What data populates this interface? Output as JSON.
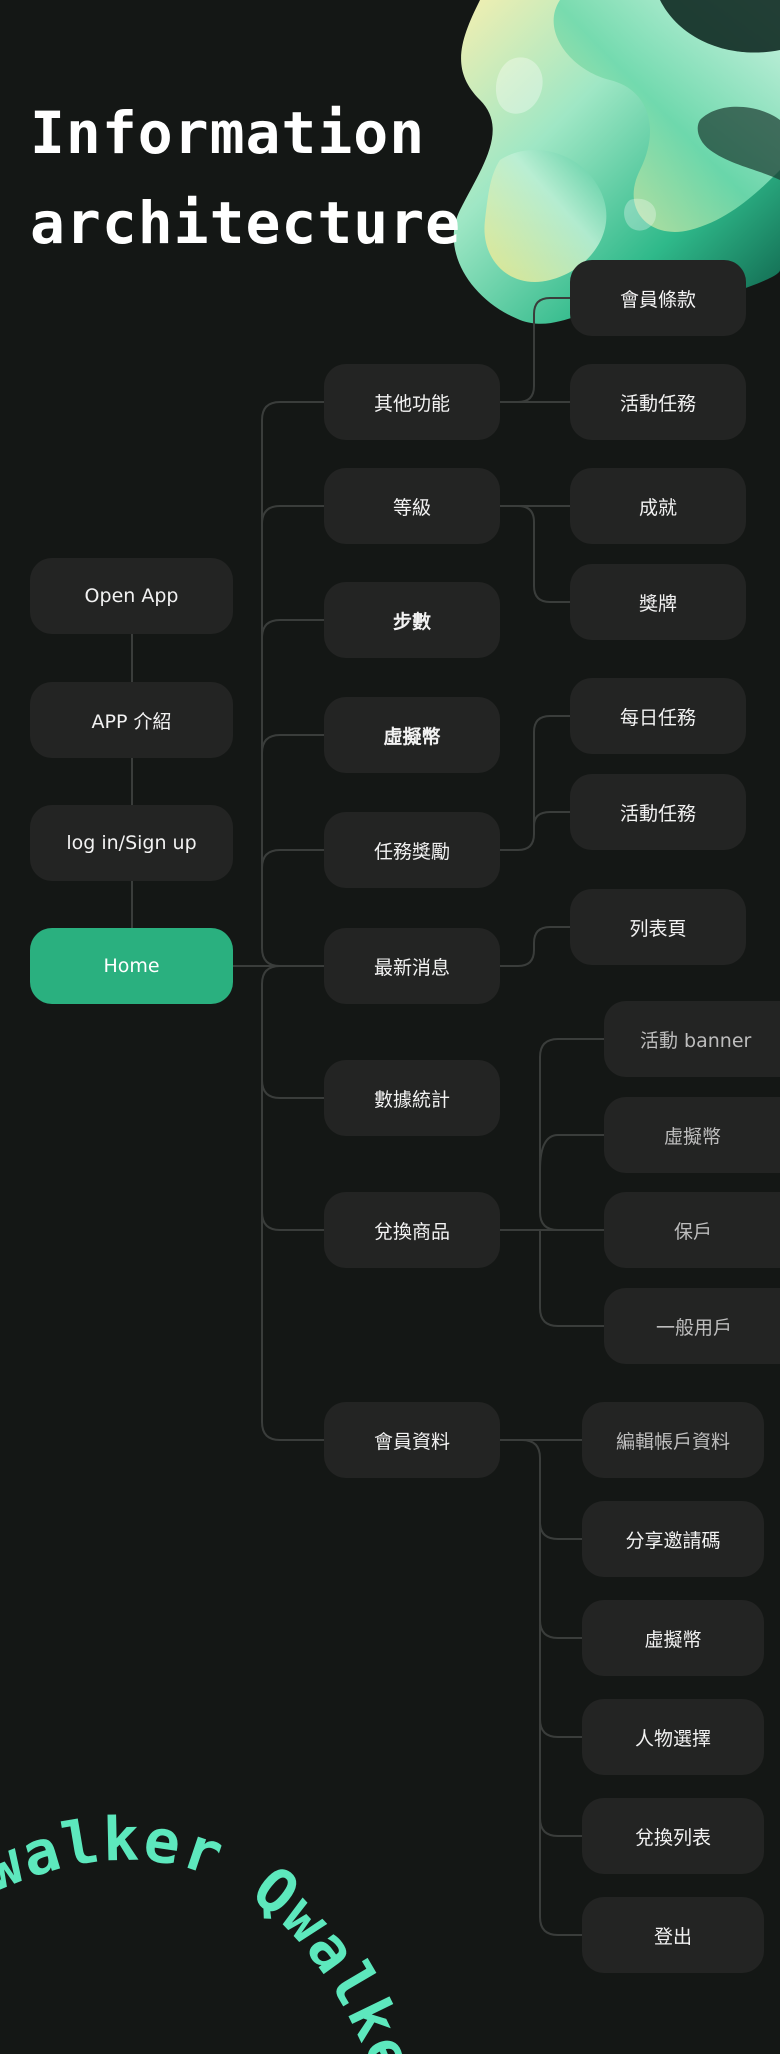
{
  "title": {
    "line1": "Information",
    "line2": "architecture"
  },
  "flow": {
    "open_app": "Open App",
    "app_intro": "APP 介紹",
    "login": "log in/Sign up",
    "home": "Home"
  },
  "modules": {
    "other": "其他功能",
    "level": "等級",
    "steps": "步數",
    "coin": "虛擬幣",
    "task_reward": "任務獎勵",
    "news": "最新消息",
    "stats": "數據統計",
    "exchange": "兌換商品",
    "member": "會員資料"
  },
  "subs": {
    "terms": "會員條款",
    "event_task_a": "活動任務",
    "achievement": "成就",
    "medal": "獎牌",
    "daily_task": "每日任務",
    "event_task_b": "活動任務",
    "list_page": "列表頁",
    "event_banner": "活動 banner",
    "coin_b": "虛擬幣",
    "insured": "保戶",
    "general_user": "一般用戶",
    "edit_account": "編輯帳戶資料",
    "share_invite": "分享邀請碼",
    "coin_c": "虛擬幣",
    "character": "人物選擇",
    "exchange_list": "兌換列表",
    "logout": "登出"
  },
  "brand": {
    "curve_text": "Qwalker Qwalke"
  },
  "colors": {
    "background": "#141715",
    "node": "#232423",
    "home": "#2ab07f",
    "connector": "#3a3d3b",
    "brand": "#5de8bd"
  }
}
